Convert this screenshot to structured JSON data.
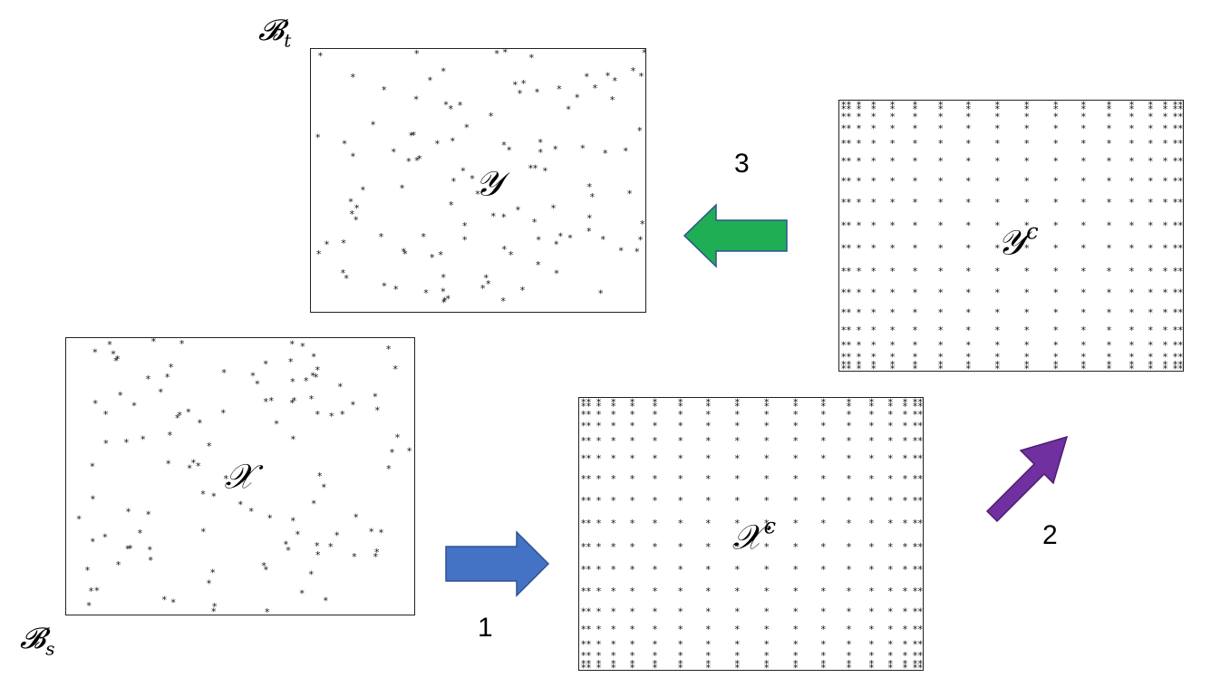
{
  "source_set": {
    "label_main": "𝓑",
    "label_sub": "s",
    "region_label": "𝒳"
  },
  "target_set": {
    "label_main": "𝓑",
    "label_sub": "t",
    "region_label": "𝒴"
  },
  "source_grid": {
    "region_label": "𝒳",
    "region_sup": "c"
  },
  "target_grid": {
    "region_label": "𝒴",
    "region_sup": "c"
  },
  "steps": [
    {
      "number": "1",
      "color": "#4472c4"
    },
    {
      "number": "2",
      "color": "#7030a0"
    },
    {
      "number": "3",
      "color": "#1fae54"
    }
  ]
}
